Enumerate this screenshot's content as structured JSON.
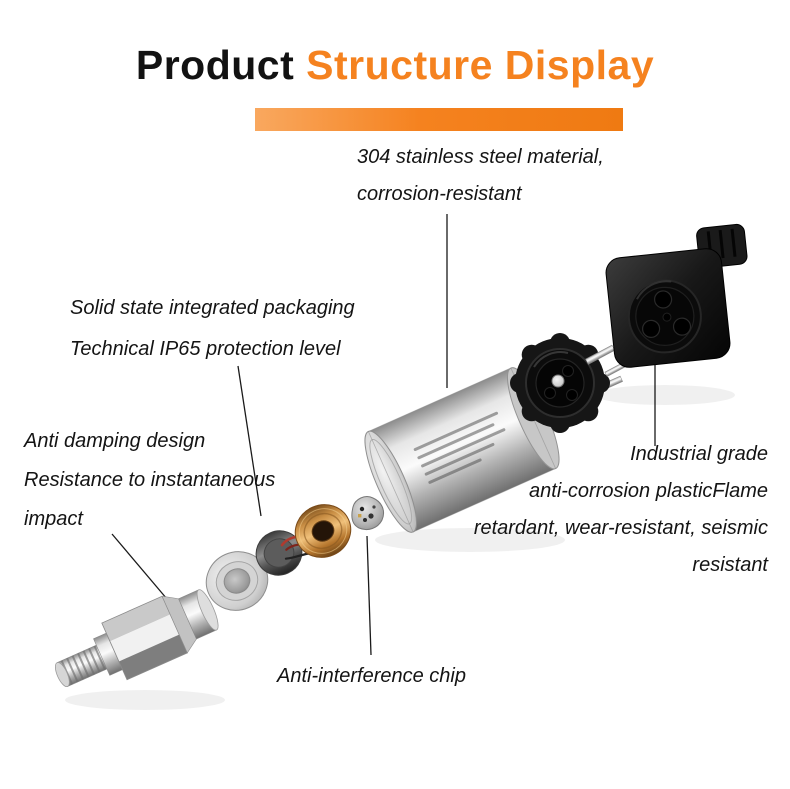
{
  "colors": {
    "accent_orange": "#f5821f",
    "text": "#141414",
    "background": "#ffffff",
    "steel_silver": "#d9d9d9",
    "copper": "#d99a4e",
    "connector_black": "#161616"
  },
  "title": {
    "part1": "Product ",
    "part2": "Structure Display"
  },
  "annotations": {
    "stainless": {
      "lines": [
        "304 stainless steel material,",
        "corrosion-resistant"
      ]
    },
    "packaging": {
      "lines": [
        "Solid state integrated packaging",
        "Technical IP65 protection level"
      ]
    },
    "damping": {
      "lines": [
        "Anti damping design",
        "Resistance to instantaneous",
        "impact"
      ]
    },
    "industrial": {
      "lines": [
        "Industrial grade",
        "anti-corrosion plasticFlame",
        "retardant, wear-resistant, seismic",
        "resistant"
      ]
    },
    "chip": {
      "lines": [
        "Anti-interference chip"
      ]
    }
  }
}
